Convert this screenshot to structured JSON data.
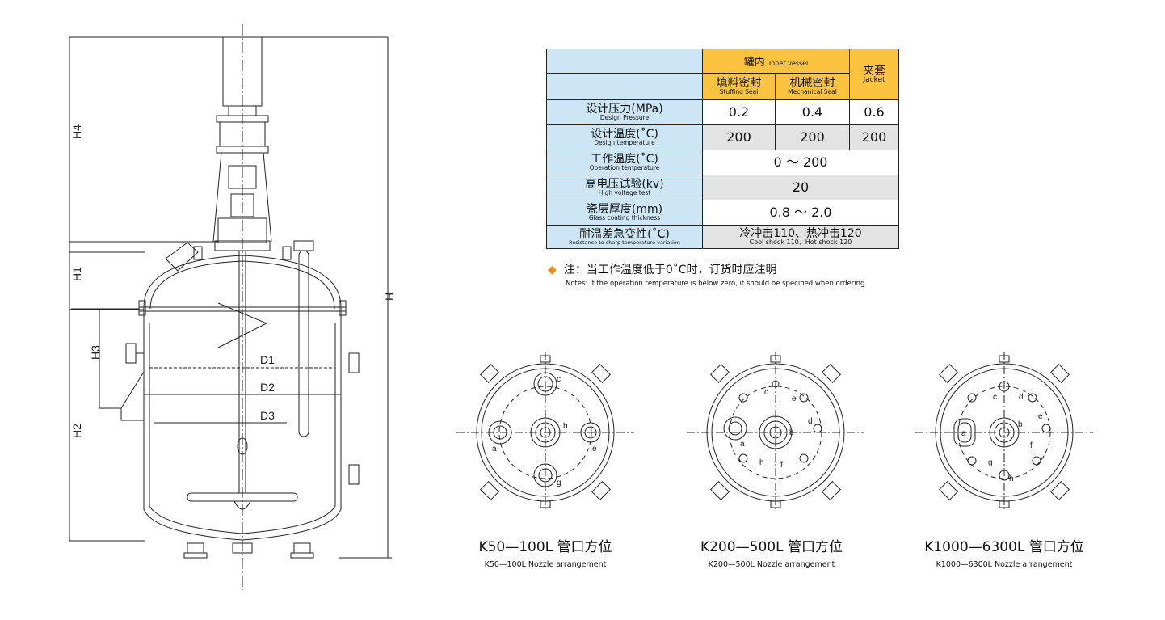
{
  "vessel_drawing": {
    "dimensions": {
      "h4": "H4",
      "h1": "H1",
      "h3": "H3",
      "h2": "H2",
      "h": "H",
      "d1": "D1",
      "d2": "D2",
      "d3": "D3"
    }
  },
  "spec_table": {
    "header": {
      "inner_vessel_zh": "罐内",
      "inner_vessel_en": "Inner vessel",
      "stuffing_zh": "填料密封",
      "stuffing_en": "Stuffing Seal",
      "mechanical_zh": "机械密封",
      "mechanical_en": "Mechanical Seal",
      "jacket_zh": "夹套",
      "jacket_en": "Jacket"
    },
    "rows": [
      {
        "label_zh": "设计压力(MPa)",
        "label_en": "Design Pressure",
        "values": [
          "0.2",
          "0.4",
          "0.6"
        ]
      },
      {
        "label_zh": "设计温度(˚C)",
        "label_en": "Design temperature",
        "values": [
          "200",
          "200",
          "200"
        ]
      },
      {
        "label_zh": "工作温度(˚C)",
        "label_en": "Operation temperature",
        "merged": "0 ～ 200"
      },
      {
        "label_zh": "高电压试验(kv)",
        "label_en": "High voltage test",
        "merged": "20"
      },
      {
        "label_zh": "瓷层厚度(mm)",
        "label_en": "Glass coating thickness",
        "merged": "0.8 ～ 2.0"
      },
      {
        "label_zh": "耐温差急变性(˚C)",
        "label_en": "Resistance to sharp temperature variation",
        "merged": "冷冲击110、热冲击120",
        "merged_en": "Cool shock 110、Hot shock 120"
      }
    ]
  },
  "note": {
    "zh": "注：当工作温度低于0˚C时，订货时应注明",
    "en": "Notes: If the operation temperature is below zero, it should be specified when ordering."
  },
  "nozzle_diagrams": [
    {
      "caption_zh": "K50—100L 管口方位",
      "caption_en": "K50—100L Nozzle arrangement",
      "labels": [
        "a",
        "b",
        "c",
        "e",
        "g"
      ]
    },
    {
      "caption_zh": "K200—500L 管口方位",
      "caption_en": "K200—500L Nozzle arrangement",
      "labels": [
        "a",
        "b",
        "c",
        "d",
        "e",
        "f",
        "h"
      ]
    },
    {
      "caption_zh": "K1000—6300L 管口方位",
      "caption_en": "K1000—6300L Nozzle arrangement",
      "labels": [
        "a",
        "b",
        "c",
        "d",
        "e",
        "f",
        "g",
        "h"
      ]
    }
  ],
  "colors": {
    "table_header_blue": "#cde6f5",
    "table_header_orange": "#fcc340",
    "row_gray": "#e3e3e3",
    "note_bullet": "#f08a12",
    "line": "#222222"
  }
}
